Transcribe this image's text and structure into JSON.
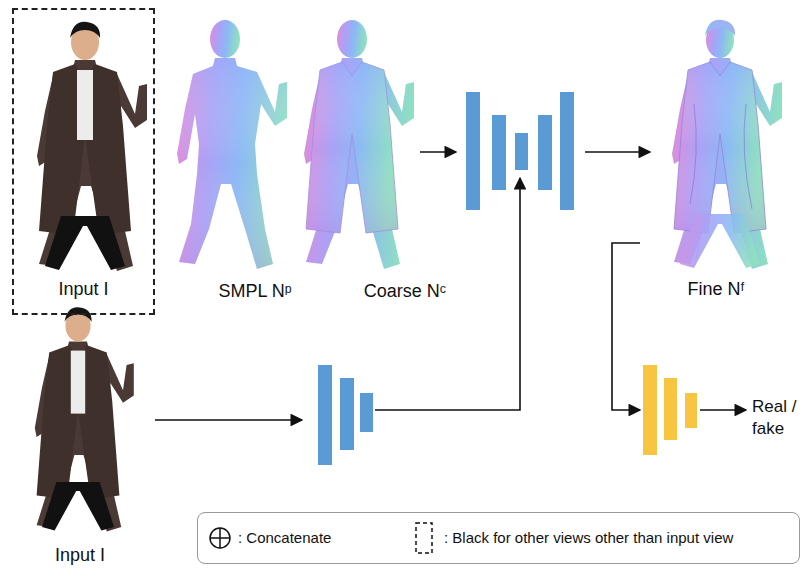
{
  "diagram": {
    "nodes": [
      {
        "text": [
          "Input I"
        ]
      }
    ],
    "labels": [
      "SMPL Nᵖ",
      "Coarse Nᶜ",
      "Fine Nᶠ",
      "Input I",
      "Real / fake"
    ],
    "legend": [
      {
        "text": ": Concatenate"
      },
      {
        "text": ": Black for other views other than input view"
      }
    ]
  }
}
